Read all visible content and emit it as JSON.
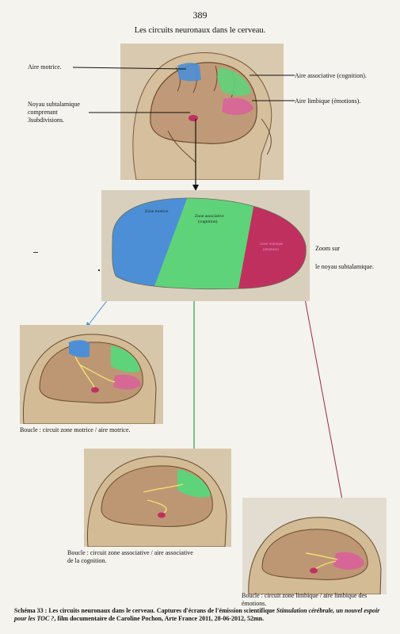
{
  "page": {
    "number": "389",
    "title": "Les circuits neuronaux dans le cerveau."
  },
  "top_labels": {
    "motor": "Aire motrice.",
    "subthalamic_1": "Noyau subtalamique",
    "subthalamic_2": "comprenant",
    "subthalamic_3": "3subdivisions.",
    "associative": "Aire associative (cognition).",
    "limbic": "Aire limbique (émotions)."
  },
  "zoom": {
    "zone_motor": "Zone motrice",
    "zone_assoc_1": "Zone associative",
    "zone_assoc_2": "(cognition)",
    "zone_limbic_1": "Zone limbique",
    "zone_limbic_2": "(émotion)",
    "note_1": "Zoom sur",
    "note_2": "le noyau subtalamique."
  },
  "loops": {
    "motor": "Boucle : circuit zone motrice / aire motrice.",
    "associative_1": "Boucle : circuit zone associative / aire associative",
    "associative_2": "de la cognition.",
    "limbic_1": "Boucle : circuit zone limbique / aire limbique des",
    "limbic_2": "émotions."
  },
  "caption": {
    "part1": "Schéma 33 : Les circuits neuronaux dans le cerveau. Captures d'écrans de l'émission scientifique ",
    "italic1": "Stimulation cérébrale, un nouvel espoir pour les TOC ?",
    "part2": ", film documentaire de Caroline Pochon, Arte France 2011, 28-06-2012, 52mn."
  },
  "colors": {
    "motor": "#4c8fd6",
    "associative": "#5fd37a",
    "limbic": "#c0305f",
    "skin": "#d7c4a6",
    "brain": "#c3a07f"
  }
}
